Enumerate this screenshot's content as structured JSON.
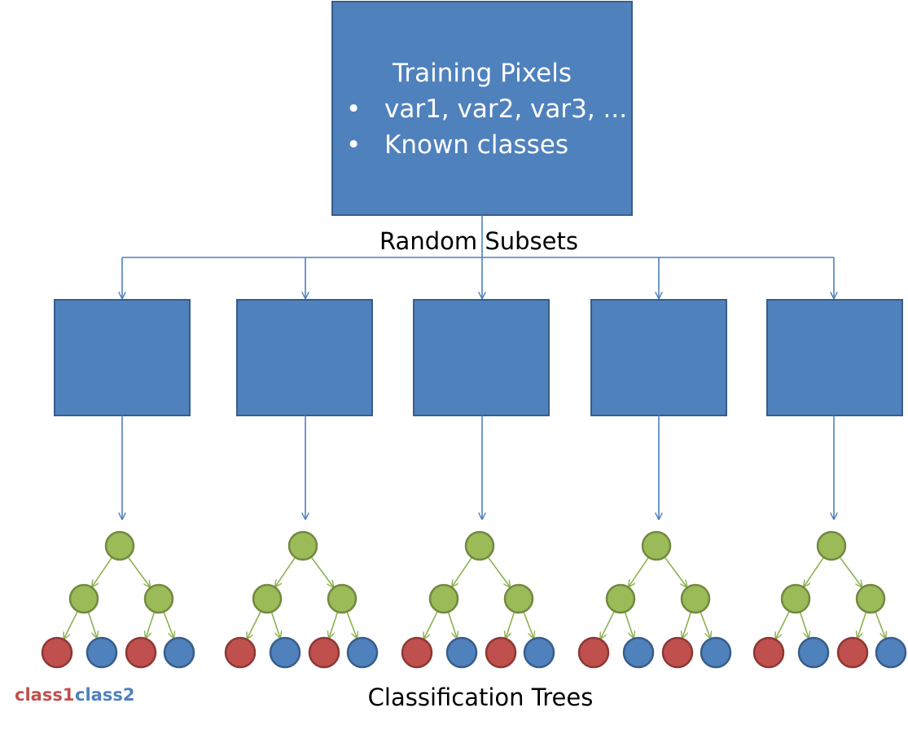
{
  "root": {
    "title": "Training Pixels",
    "bullets": [
      "var1, var2, var3, ...",
      "Known classes"
    ]
  },
  "bullet_glyph": "•",
  "labels": {
    "random_subsets": "Random Subsets",
    "classification_trees": "Classification Trees"
  },
  "legend": {
    "class1": "class1",
    "class2": "class2"
  },
  "colors": {
    "box": "#4f81bd",
    "box_border": "#385d8a",
    "node": "#9bbb59",
    "class1": "#c0504d",
    "class2": "#4f81bd"
  },
  "subset_count": 5,
  "tree_leaf_classes": [
    "class1",
    "class2",
    "class1",
    "class2"
  ]
}
